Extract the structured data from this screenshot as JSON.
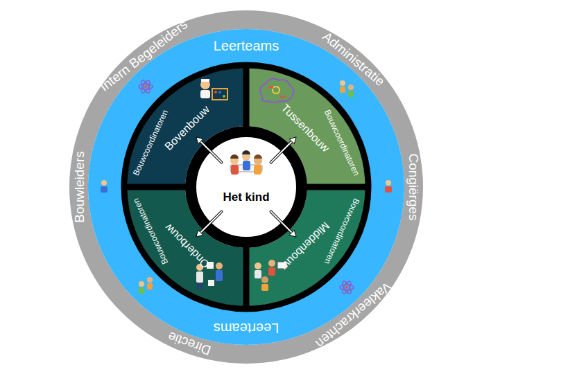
{
  "diagram": {
    "nodes": [
      {
        "text": [
          "Intern Begeleiders",
          "Administratie",
          "Congiërges",
          "Vakleerkrachten",
          "Directie",
          "Bouwleiders"
        ]
      },
      {
        "text": [
          "Leerteams",
          "Leerteams"
        ],
        "in": 0
      },
      {
        "text": [
          "Bovenbouw",
          "Bouwcoordinatoren"
        ],
        "in": 1
      },
      {
        "text": [
          "Tussenbouw",
          "Bouwcoordinatoren"
        ],
        "in": 1
      },
      {
        "text": [
          "Middenbouw",
          "Bouwcoordinatoren"
        ],
        "in": 1
      },
      {
        "text": [
          "Onderbouw",
          "Bouwcoordinatoren"
        ],
        "in": 1
      },
      {
        "text": [
          "Het kind"
        ],
        "in": 1
      }
    ],
    "edges": [
      {
        "from": 6,
        "to": 2,
        "arrow": "to"
      },
      {
        "from": 6,
        "to": 3,
        "arrow": "to"
      },
      {
        "from": 6,
        "to": 4,
        "arrow": "to"
      },
      {
        "from": 6,
        "to": 5,
        "arrow": "to"
      }
    ]
  }
}
